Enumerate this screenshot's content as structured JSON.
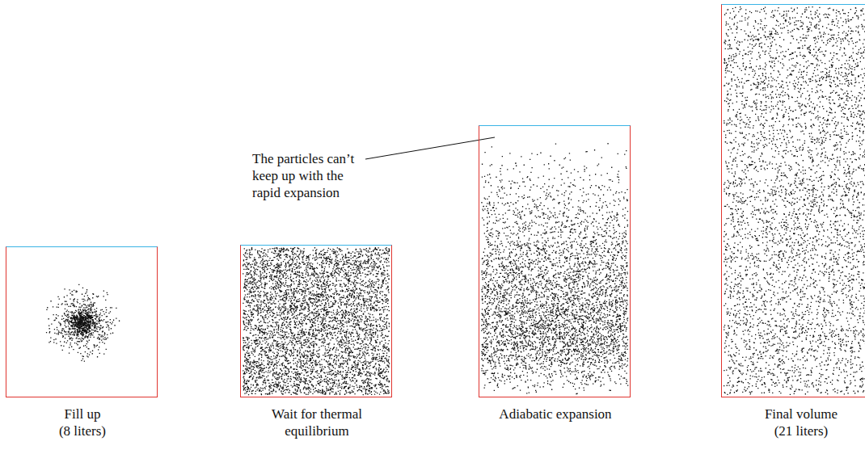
{
  "diagram": {
    "nodes": [
      {
        "text": [
          "Fill up (8 liters)"
        ]
      },
      {
        "text": [
          "Wait for thermal equilibrium"
        ]
      },
      {
        "text": [
          "Adiabatic expansion"
        ]
      },
      {
        "text": [
          "Final volume (21 liters)"
        ]
      }
    ],
    "labels": [
      "The particles can’t keep up with the rapid expansion"
    ]
  }
}
